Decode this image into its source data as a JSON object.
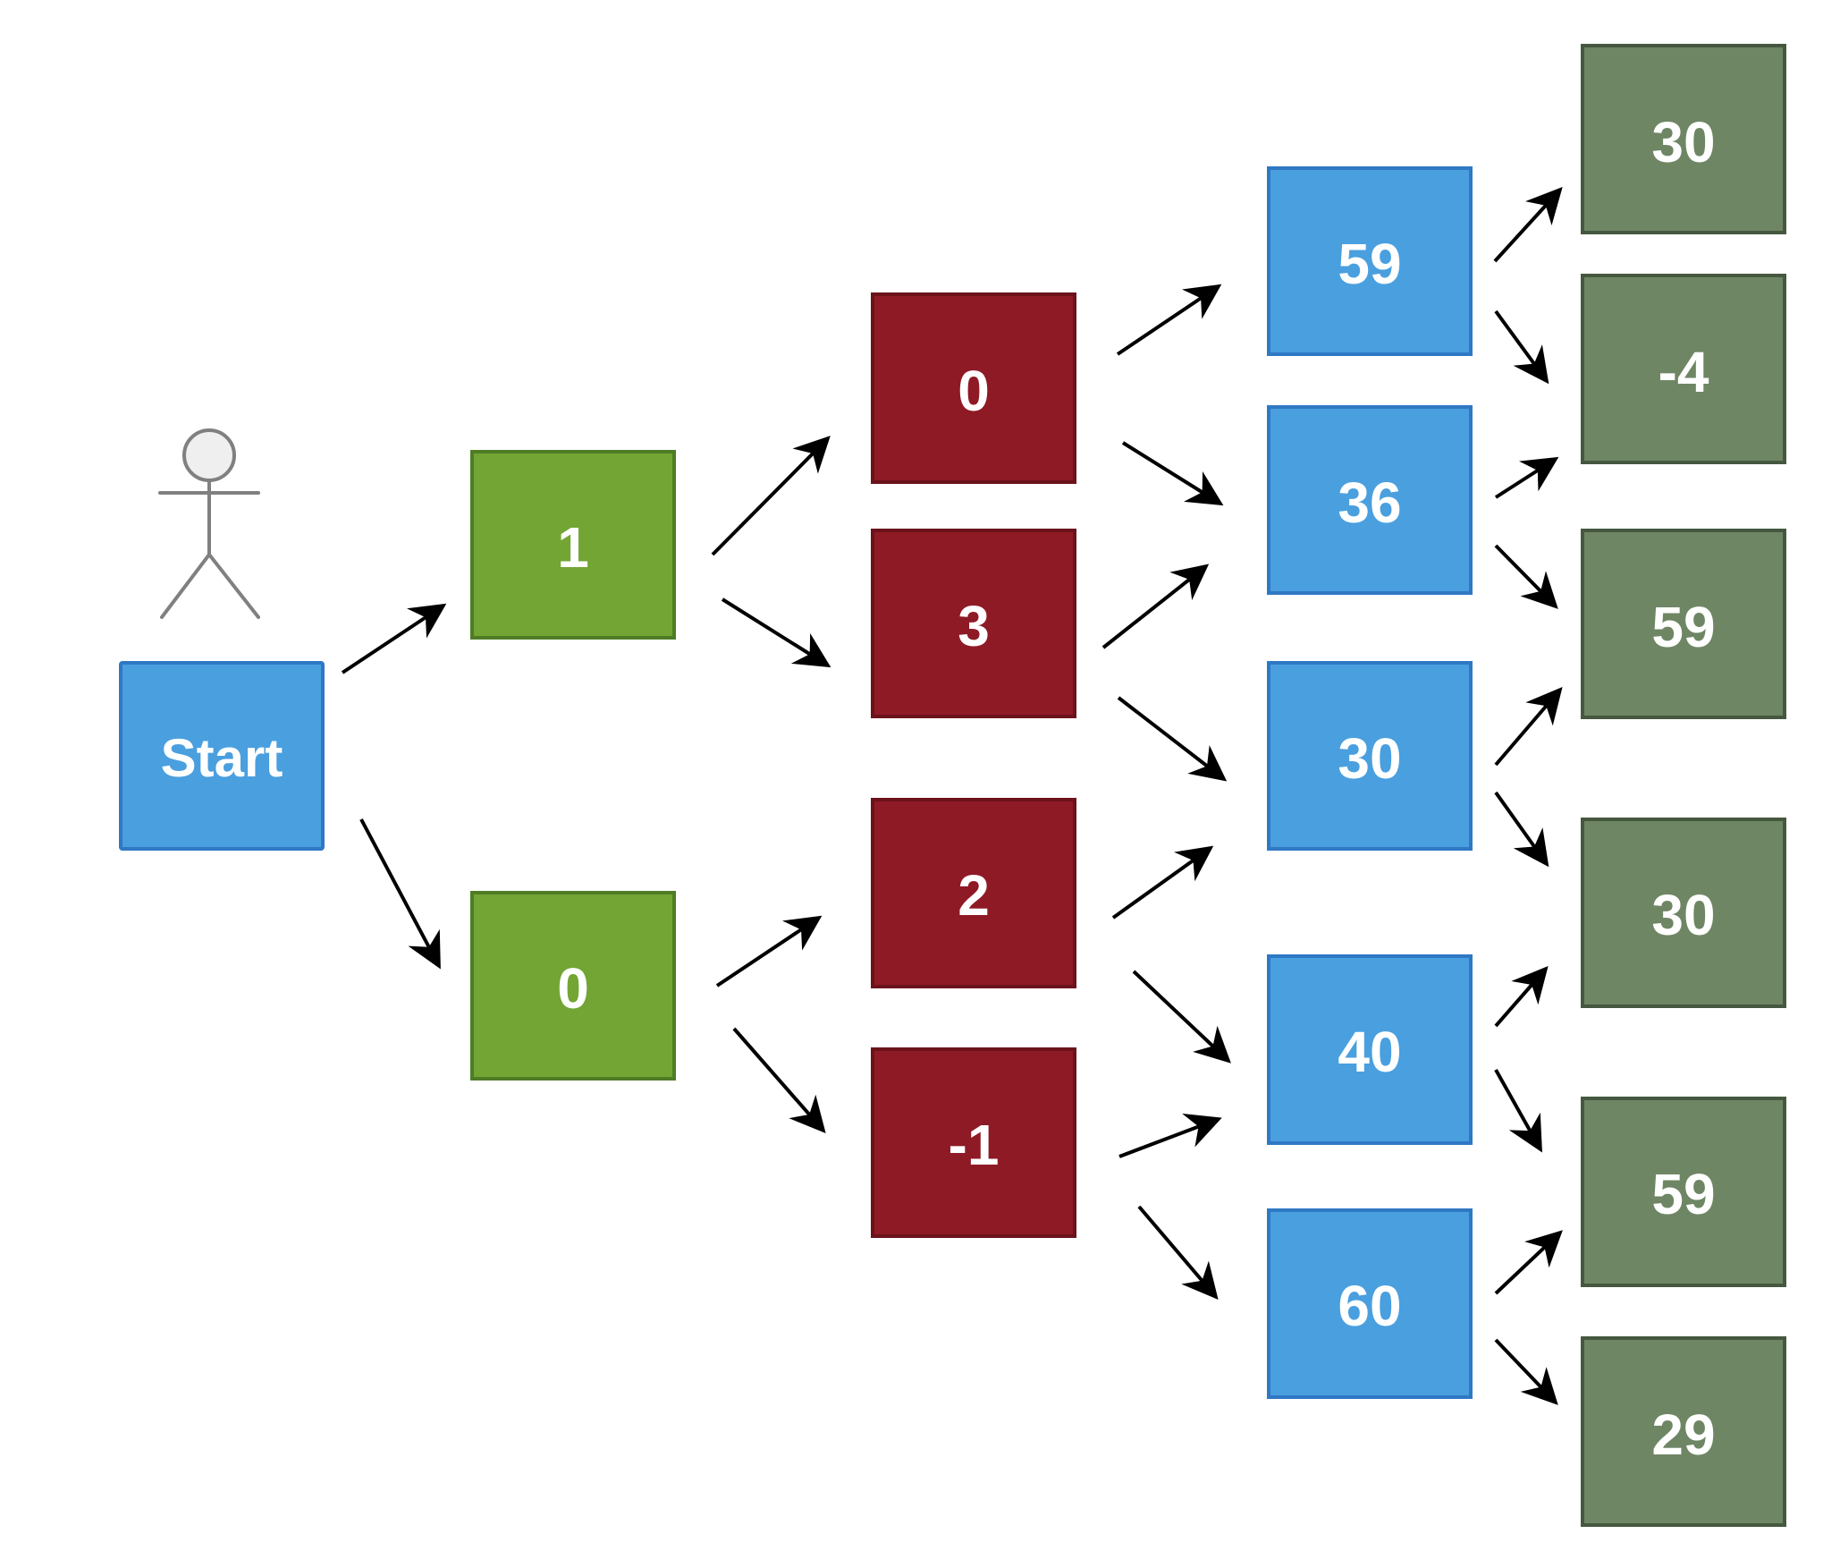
{
  "palette": {
    "start_fill": "#4A9FDF",
    "start_stroke": "#2F78C4",
    "level1_fill": "#73A535",
    "level1_stroke": "#4E7D25",
    "level2_fill": "#8E1A26",
    "level2_stroke": "#6B121B",
    "level3_fill": "#4A9FDF",
    "level3_stroke": "#2F78C4",
    "level4_fill": "#6F8665",
    "level4_stroke": "#45583F",
    "arrow": "#000000",
    "actor": "#808080",
    "label_text": "#FFFFFF"
  },
  "actor": {
    "icon": "stick-figure-user-icon"
  },
  "nodes": {
    "start": {
      "label": "Start"
    },
    "l1_a": {
      "label": "1"
    },
    "l1_b": {
      "label": "0"
    },
    "l2_a": {
      "label": "0"
    },
    "l2_b": {
      "label": "3"
    },
    "l2_c": {
      "label": "2"
    },
    "l2_d": {
      "label": "-1"
    },
    "l3_a": {
      "label": "59"
    },
    "l3_b": {
      "label": "36"
    },
    "l3_c": {
      "label": "30"
    },
    "l3_d": {
      "label": "40"
    },
    "l3_e": {
      "label": "60"
    },
    "l4_a": {
      "label": "30"
    },
    "l4_b": {
      "label": "-4"
    },
    "l4_c": {
      "label": "59"
    },
    "l4_d": {
      "label": "30"
    },
    "l4_e": {
      "label": "59"
    },
    "l4_f": {
      "label": "29"
    }
  },
  "edges": [
    {
      "from": "start",
      "to": "l1_a"
    },
    {
      "from": "start",
      "to": "l1_b"
    },
    {
      "from": "l1_a",
      "to": "l2_a"
    },
    {
      "from": "l1_a",
      "to": "l2_b"
    },
    {
      "from": "l1_b",
      "to": "l2_c"
    },
    {
      "from": "l1_b",
      "to": "l2_d"
    },
    {
      "from": "l2_a",
      "to": "l3_a"
    },
    {
      "from": "l2_a",
      "to": "l3_b"
    },
    {
      "from": "l2_b",
      "to": "l3_b"
    },
    {
      "from": "l2_b",
      "to": "l3_c"
    },
    {
      "from": "l2_c",
      "to": "l3_c"
    },
    {
      "from": "l2_c",
      "to": "l3_d"
    },
    {
      "from": "l2_d",
      "to": "l3_d"
    },
    {
      "from": "l2_d",
      "to": "l3_e"
    },
    {
      "from": "l3_a",
      "to": "l4_a"
    },
    {
      "from": "l3_a",
      "to": "l4_b"
    },
    {
      "from": "l3_b",
      "to": "l4_b"
    },
    {
      "from": "l3_b",
      "to": "l4_c"
    },
    {
      "from": "l3_c",
      "to": "l4_c"
    },
    {
      "from": "l3_c",
      "to": "l4_d"
    },
    {
      "from": "l3_d",
      "to": "l4_d"
    },
    {
      "from": "l3_d",
      "to": "l4_e"
    },
    {
      "from": "l3_e",
      "to": "l4_e"
    },
    {
      "from": "l3_e",
      "to": "l4_f"
    }
  ]
}
